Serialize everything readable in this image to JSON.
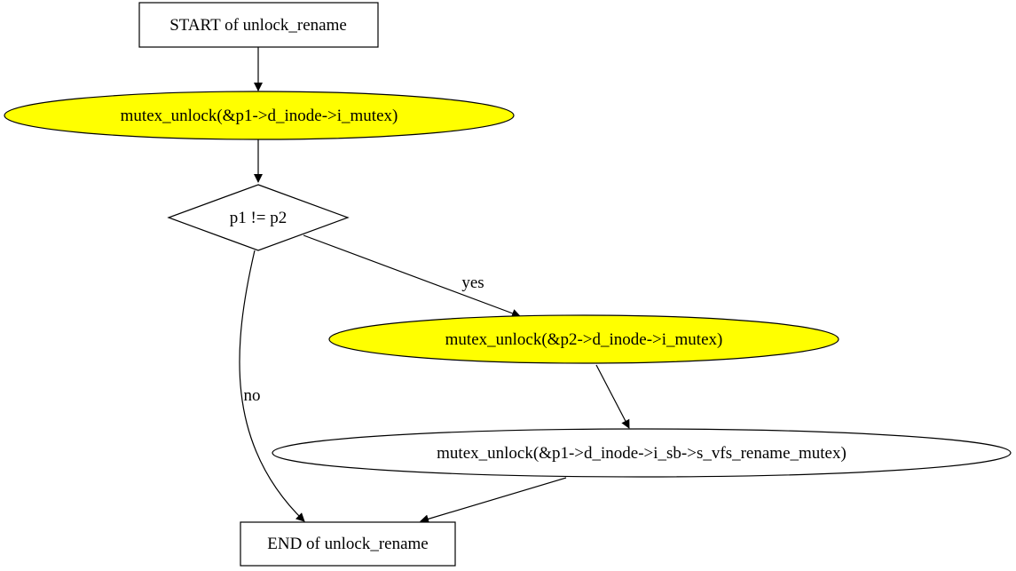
{
  "diagram": {
    "colors": {
      "highlight_fill": "#ffff00",
      "stroke": "#000000",
      "plain_fill": "#ffffff"
    },
    "nodes": {
      "start": {
        "label": "START of unlock_rename",
        "shape": "box"
      },
      "unlock_p1_inode": {
        "label": "mutex_unlock(&p1->d_inode->i_mutex)",
        "shape": "ellipse",
        "highlighted": true
      },
      "decision": {
        "label": "p1 != p2",
        "shape": "diamond"
      },
      "unlock_p2_inode": {
        "label": "mutex_unlock(&p2->d_inode->i_mutex)",
        "shape": "ellipse",
        "highlighted": true
      },
      "unlock_rename_mutex": {
        "label": "mutex_unlock(&p1->d_inode->i_sb->s_vfs_rename_mutex)",
        "shape": "ellipse",
        "highlighted": false
      },
      "end": {
        "label": "END of unlock_rename",
        "shape": "box"
      }
    },
    "edges": {
      "yes": {
        "from": "decision",
        "to": "unlock_p2_inode",
        "label": "yes"
      },
      "no": {
        "from": "decision",
        "to": "end",
        "label": "no"
      }
    }
  }
}
